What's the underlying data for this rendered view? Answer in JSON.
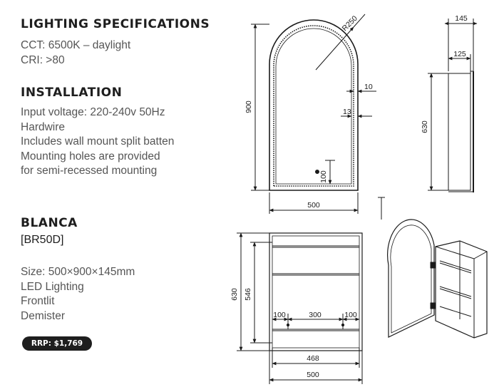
{
  "lighting": {
    "title": "LIGHTING SPECIFICATIONS",
    "lines": [
      "CCT: 6500K – daylight",
      "CRI: >80"
    ]
  },
  "installation": {
    "title": "INSTALLATION",
    "lines": [
      "Input voltage: 220-240v 50Hz",
      "Hardwire",
      "Includes wall mount split batten",
      "Mounting holes are provided",
      "for semi-recessed mounting"
    ]
  },
  "product": {
    "name": "BLANCA",
    "code": "[BR50D]",
    "features": [
      "Size: 500×900×145mm",
      "LED Lighting",
      "Frontlit",
      "Demister"
    ],
    "price": "RRP: $1,769"
  },
  "front_view": {
    "radius": "R250",
    "height": "900",
    "width": "500",
    "edge_a": "10",
    "edge_b": "13",
    "sensor_offset": "100"
  },
  "side_view": {
    "depth_total": "145",
    "depth_body": "125",
    "height": "630"
  },
  "rear_view": {
    "height": "630",
    "inner_height": "546",
    "hole_left": "100",
    "hole_span": "300",
    "hole_right": "100",
    "inner_width": "468",
    "width": "500"
  },
  "colors": {
    "ink": "#1a1a1a",
    "text_grey": "#555555",
    "badge": "#1e1e1e"
  }
}
